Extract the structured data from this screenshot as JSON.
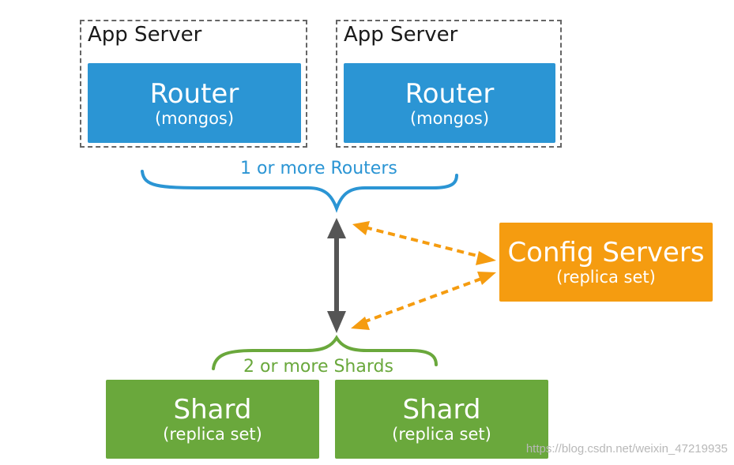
{
  "app_servers": [
    {
      "label": "App Server",
      "router": {
        "title": "Router",
        "subtitle": "(mongos)"
      }
    },
    {
      "label": "App Server",
      "router": {
        "title": "Router",
        "subtitle": "(mongos)"
      }
    }
  ],
  "routers_brace_label": "1 or more Routers",
  "config_servers": {
    "title": "Config Servers",
    "subtitle": "(replica set)"
  },
  "shards_brace_label": "2 or more Shards",
  "shards": [
    {
      "title": "Shard",
      "subtitle": "(replica set)"
    },
    {
      "title": "Shard",
      "subtitle": "(replica set)"
    }
  ],
  "watermark": "https://blog.csdn.net/weixin_47219935",
  "colors": {
    "router": "#2b95d4",
    "config": "#f59c10",
    "shard": "#6aa83c",
    "router_brace": "#2b95d4",
    "shard_brace": "#6aa83c",
    "main_arrow": "#555555",
    "config_arrow": "#f59c10"
  }
}
